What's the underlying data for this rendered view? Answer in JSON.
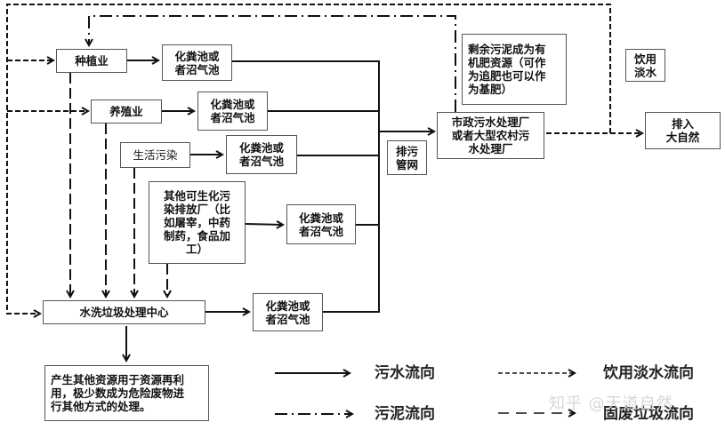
{
  "diagram": {
    "sources": {
      "planting": "种植业",
      "breeding": "养殖业",
      "domestic": "生活污染",
      "other": "其他可生化污\n染排放厂（比\n如屠宰，中药\n制药，食品加\n工）"
    },
    "tank_label": "化粪池或\n者沼气池",
    "garbage_center": "水洗垃圾处理中心",
    "sewer_network": "排污\n管网",
    "municipal_plant": "市政污水处理厂\n或者大型农村污\n水处理厂",
    "sludge_note": "剩余污泥成为有\n机肥资源（可作\n为追肥也可以作\n为基肥）",
    "drinking_water": "饮用\n淡水",
    "discharge": "排入\n大自然",
    "residue_note": "产生其他资源用于资源再利\n用，极少数成为危险废物进\n行其他方式的处理。"
  },
  "legend": {
    "sewage": "污水流向",
    "sludge": "污泥流向",
    "fresh_water": "饮用淡水流向",
    "solid_waste": "固废垃圾流向"
  },
  "watermark": "知乎 @天道自然"
}
